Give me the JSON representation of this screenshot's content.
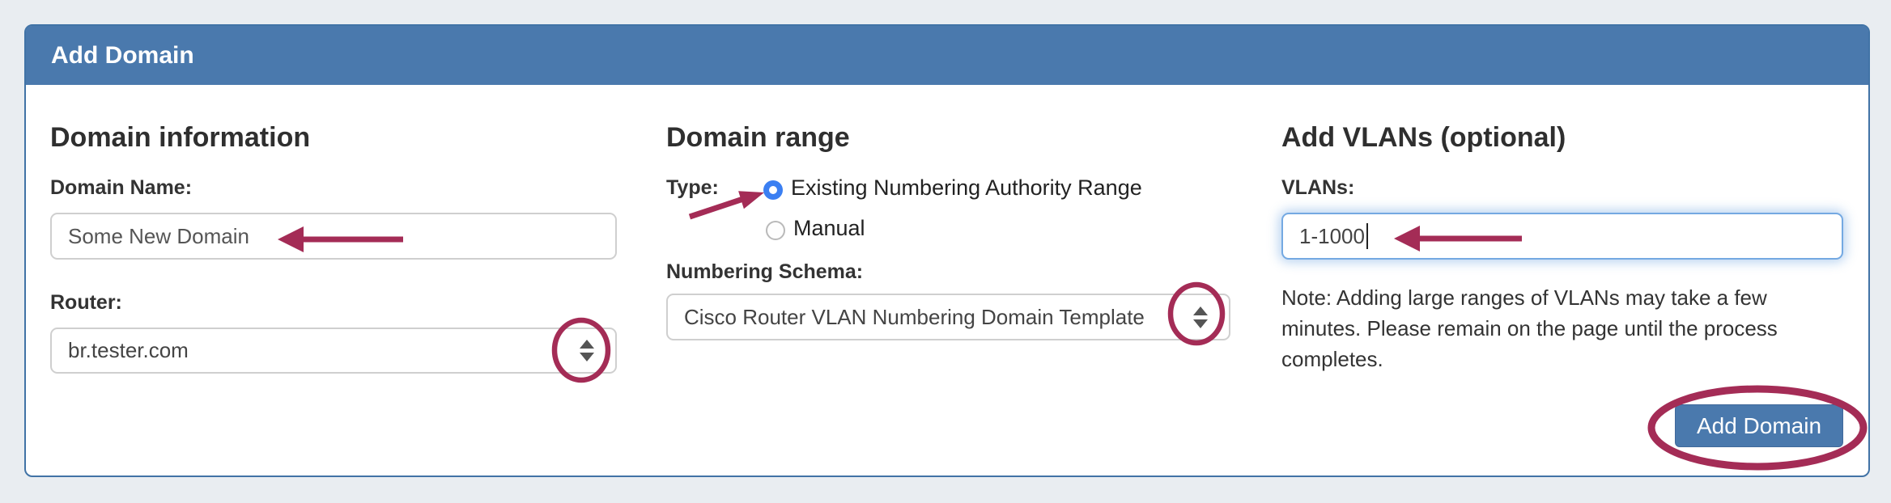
{
  "page": {
    "background_color": "#e9edf1"
  },
  "panel": {
    "title": "Add Domain",
    "header_color": "#4a79ad",
    "border_color": "#4173a6"
  },
  "domain_information": {
    "heading": "Domain information",
    "domain_name": {
      "label": "Domain Name:",
      "value": "Some New Domain"
    },
    "router": {
      "label": "Router:",
      "value": "br.tester.com"
    }
  },
  "domain_range": {
    "heading": "Domain range",
    "type_label": "Type:",
    "options": [
      {
        "label": "Existing Numbering Authority Range",
        "selected": true
      },
      {
        "label": "Manual",
        "selected": false
      }
    ],
    "numbering_schema": {
      "label": "Numbering Schema:",
      "value": "Cisco Router VLAN Numbering Domain Template"
    }
  },
  "add_vlans": {
    "heading": "Add VLANs (optional)",
    "vlans": {
      "label": "VLANs:",
      "value": "1-1000"
    },
    "note": "Note: Adding large ranges of VLANs may take a few minutes. Please remain on the page until the process completes.",
    "add_button": "Add Domain"
  },
  "annotations": {
    "color": "#a42c56",
    "items": [
      "arrow-domain-name-input",
      "arrow-type-radio",
      "arrow-vlans-input",
      "circle-router-caret",
      "circle-schema-caret",
      "ellipse-add-domain-button"
    ]
  },
  "colors": {
    "radio_selected": "#3b7ff2",
    "focused_input_border": "#74a9e2"
  }
}
